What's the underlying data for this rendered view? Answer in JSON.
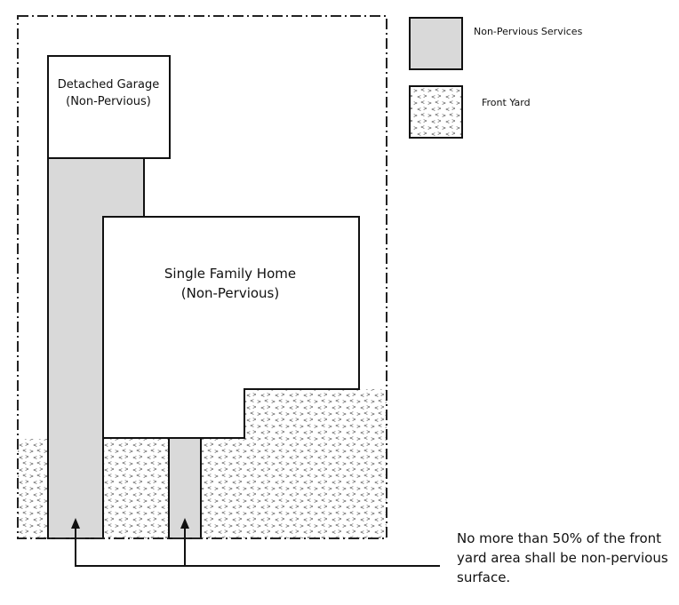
{
  "legend": {
    "items": [
      {
        "key": "non-pervious",
        "label": "Non-Pervious Services",
        "fill": "#d9d9d9"
      },
      {
        "key": "front-yard",
        "label": "Front Yard",
        "pattern": "dotted-chevrons"
      }
    ]
  },
  "structures": {
    "garage": {
      "line1": "Detached Garage",
      "line2": "(Non-Pervious)"
    },
    "home": {
      "line1": "Single Family Home",
      "line2": "(Non-Pervious)"
    }
  },
  "note": {
    "lines": [
      "No more than 50% of the front",
      "yard area shall be non-pervious",
      "surface."
    ]
  },
  "colors": {
    "non_pervious": "#d9d9d9",
    "stroke": "#111111",
    "background": "#ffffff"
  }
}
